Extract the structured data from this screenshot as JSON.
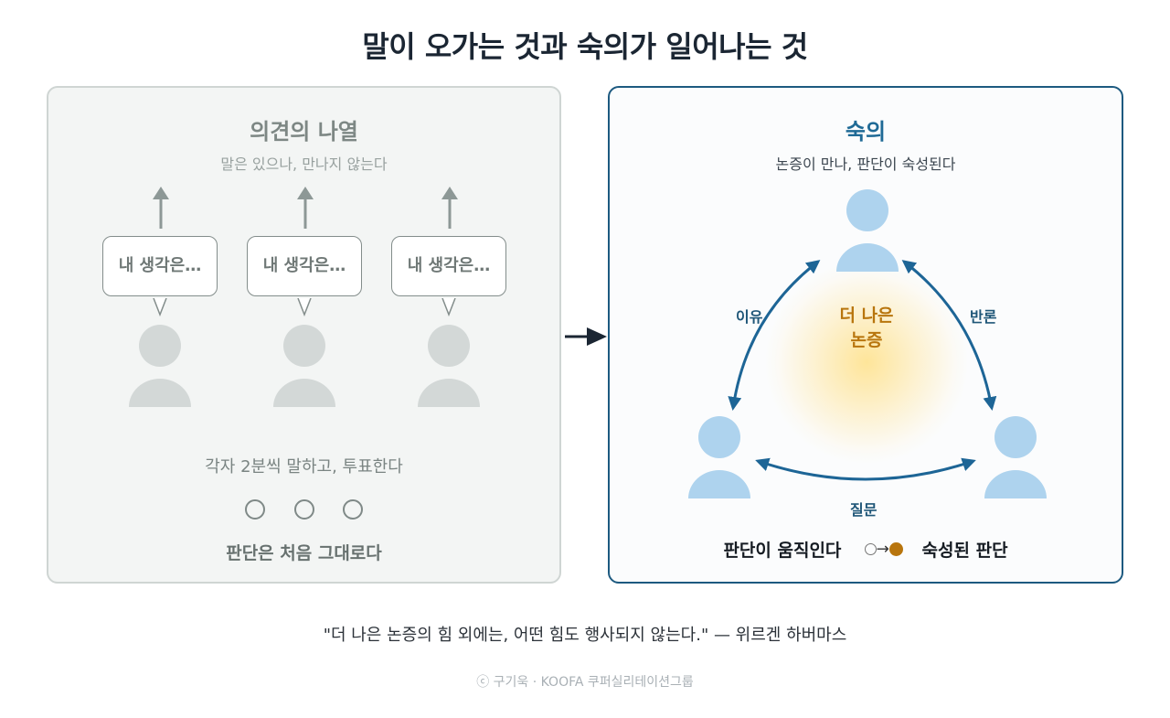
{
  "title": "말이 오가는 것과 숙의가 일어나는 것",
  "left_panel": {
    "title": "의견의 나열",
    "subtitle": "말은 있으나, 만나지 않는다",
    "bubbles": [
      "내 생각은…",
      "내 생각은…",
      "내 생각은…"
    ],
    "note": "각자 2분씩 말하고, 투표한다",
    "result": "판단은 처음 그대로다"
  },
  "right_panel": {
    "title": "숙의",
    "subtitle": "논증이 만나, 판단이 숙성된다",
    "center_label": "더 나은 논증",
    "edges": {
      "left": "이유",
      "right": "반론",
      "bottom": "질문"
    },
    "result_prefix": "판단이 움직인다",
    "result_arrow": "→",
    "result_suffix": "숙성된 판단"
  },
  "quote": "\"더 나은 논증의 힘 외에는, 어떤 힘도 행사되지 않는다.\"  — 위르겐 하버마스",
  "credit": "ⓒ 구기욱 · KOOFA 쿠퍼실리테이션그룹",
  "colors": {
    "left_accent": "#7f8987",
    "right_accent": "#1d5a80",
    "person_left": "#d3d8d7",
    "person_right": "#aed3ee",
    "highlight": "#b8750d"
  },
  "icons": [
    "up-arrow-icon",
    "person-icon",
    "right-arrow-icon",
    "double-arrow-icon",
    "circle-icon"
  ]
}
